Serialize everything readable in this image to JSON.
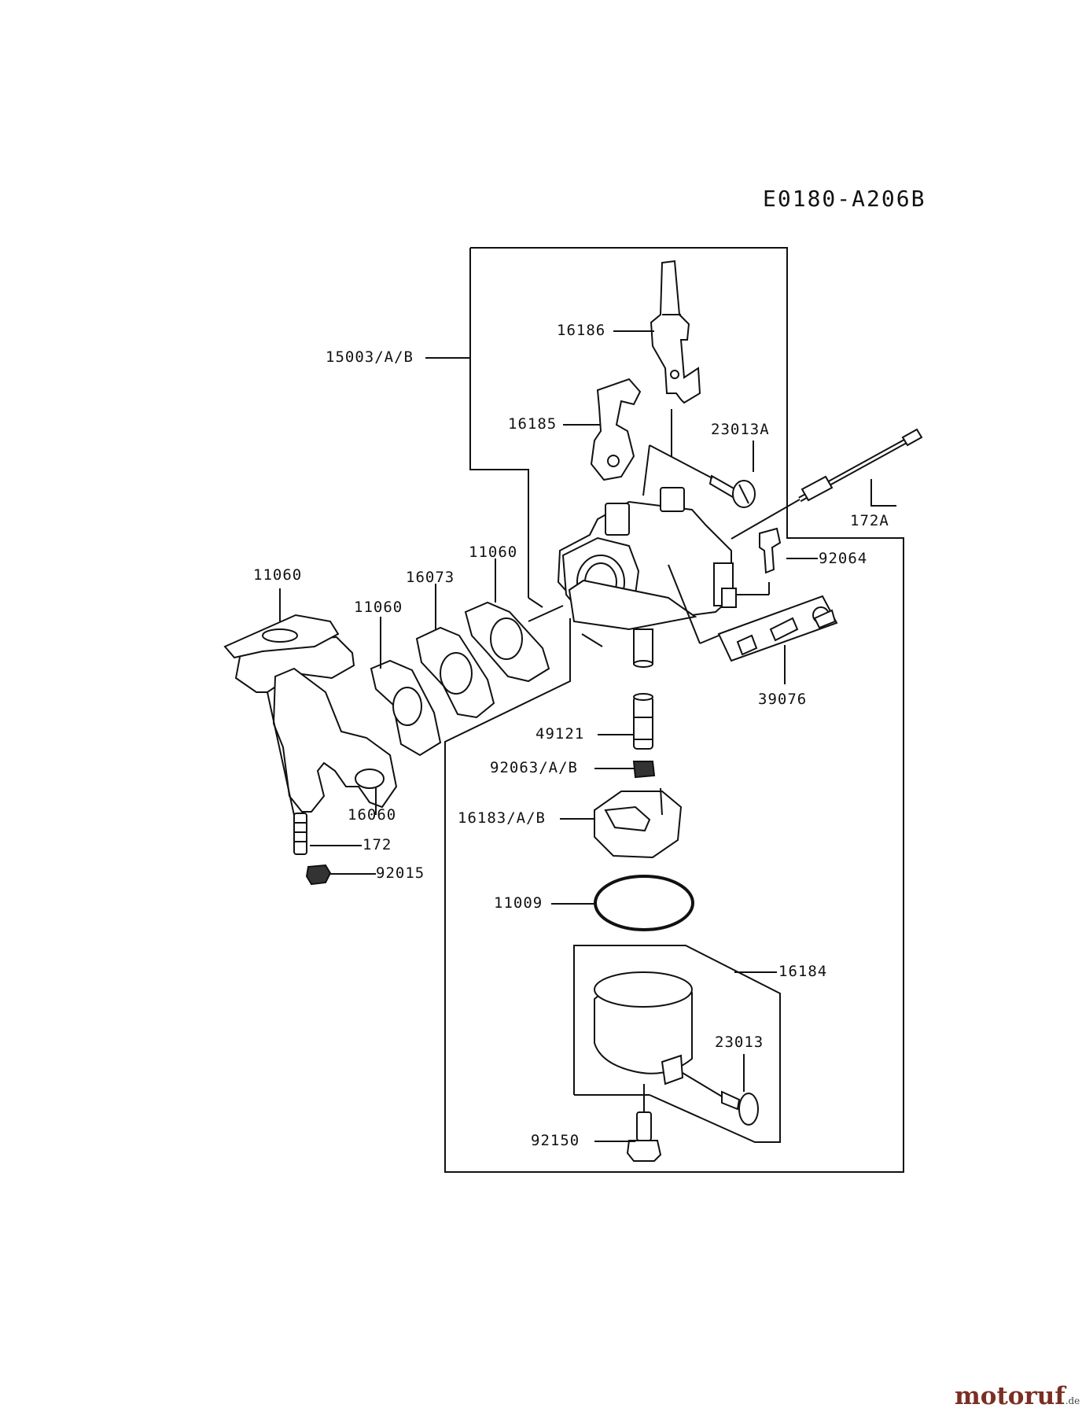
{
  "diagram_code": "E0180-A206B",
  "labels": {
    "p16186": "16186",
    "p15003": "15003/A/B",
    "p16185": "16185",
    "p23013a": "23013A",
    "p172a": "172A",
    "p11060_left": "11060",
    "p16073": "16073",
    "p11060_right": "11060",
    "p11060_mid": "11060",
    "p92064": "92064",
    "p39076": "39076",
    "p49121": "49121",
    "p92063": "92063/A/B",
    "p16060": "16060",
    "p16183": "16183/A/B",
    "p172": "172",
    "p92015": "92015",
    "p11009": "11009",
    "p16184": "16184",
    "p23013": "23013",
    "p92150": "92150"
  },
  "watermark": {
    "brand": "motoruf",
    "tld": ".de"
  }
}
